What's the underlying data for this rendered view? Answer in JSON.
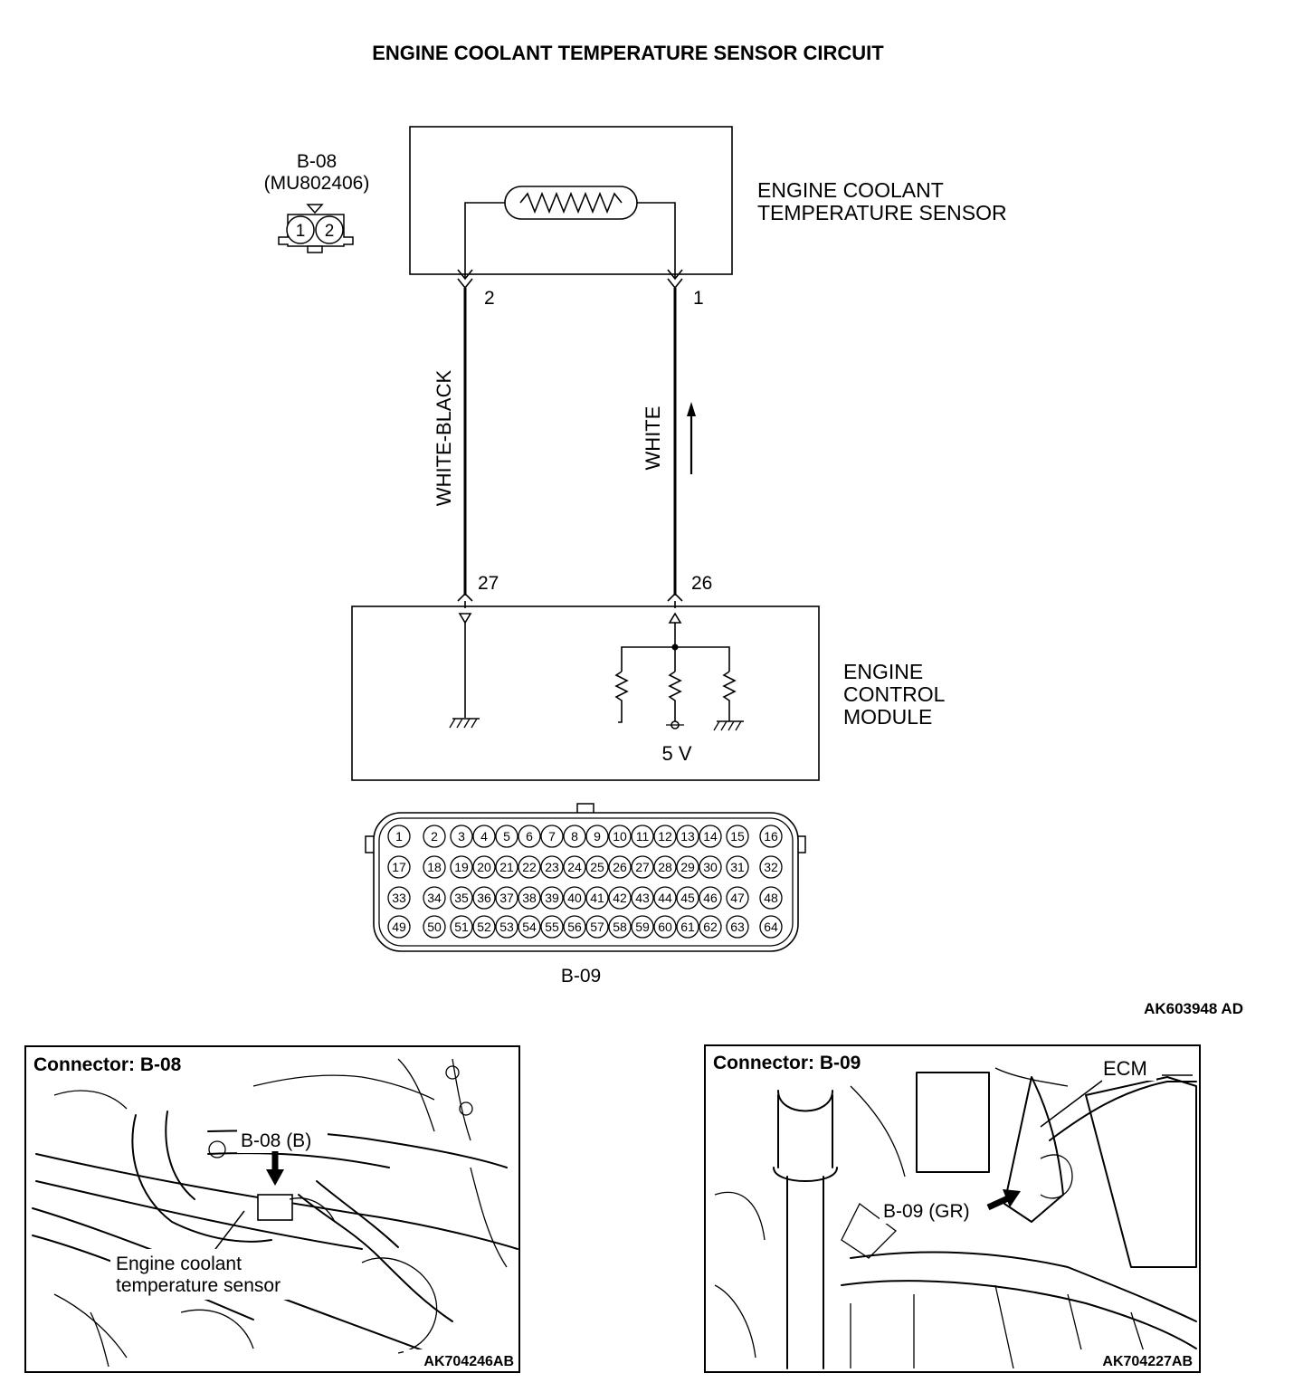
{
  "title": "ENGINE COOLANT TEMPERATURE SENSOR CIRCUIT",
  "b08_connector": {
    "label": "B-08",
    "part": "(MU802406)",
    "pins": [
      "1",
      "2"
    ]
  },
  "sensor": {
    "name_line1": "ENGINE COOLANT",
    "name_line2": "TEMPERATURE SENSOR"
  },
  "wires": [
    {
      "color_label": "WHITE-BLACK",
      "sensor_pin": "2",
      "ecm_pin": "27"
    },
    {
      "color_label": "WHITE",
      "sensor_pin": "1",
      "ecm_pin": "26"
    }
  ],
  "ecm": {
    "line1": "ENGINE",
    "line2": "CONTROL",
    "line3": "MODULE",
    "voltage": "5 V"
  },
  "b09_connector": {
    "label": "B-09",
    "pins": [
      [
        "1",
        "2",
        "3",
        "4",
        "5",
        "6",
        "7",
        "8",
        "9",
        "10",
        "11",
        "12",
        "13",
        "14",
        "15",
        "16"
      ],
      [
        "17",
        "18",
        "19",
        "20",
        "21",
        "22",
        "23",
        "24",
        "25",
        "26",
        "27",
        "28",
        "29",
        "30",
        "31",
        "32"
      ],
      [
        "33",
        "34",
        "35",
        "36",
        "37",
        "38",
        "39",
        "40",
        "41",
        "42",
        "43",
        "44",
        "45",
        "46",
        "47",
        "48"
      ],
      [
        "49",
        "50",
        "51",
        "52",
        "53",
        "54",
        "55",
        "56",
        "57",
        "58",
        "59",
        "60",
        "61",
        "62",
        "63",
        "64"
      ]
    ]
  },
  "diagram_code": "AK603948 AD",
  "photos": [
    {
      "heading": "Connector: B-08",
      "callout": "B-08 (B)",
      "label_line1": "Engine coolant",
      "label_line2": "temperature sensor",
      "code": "AK704246AB"
    },
    {
      "heading": "Connector: B-09",
      "callout": "B-09 (GR)",
      "ecm_label": "ECM",
      "code": "AK704227AB"
    }
  ]
}
